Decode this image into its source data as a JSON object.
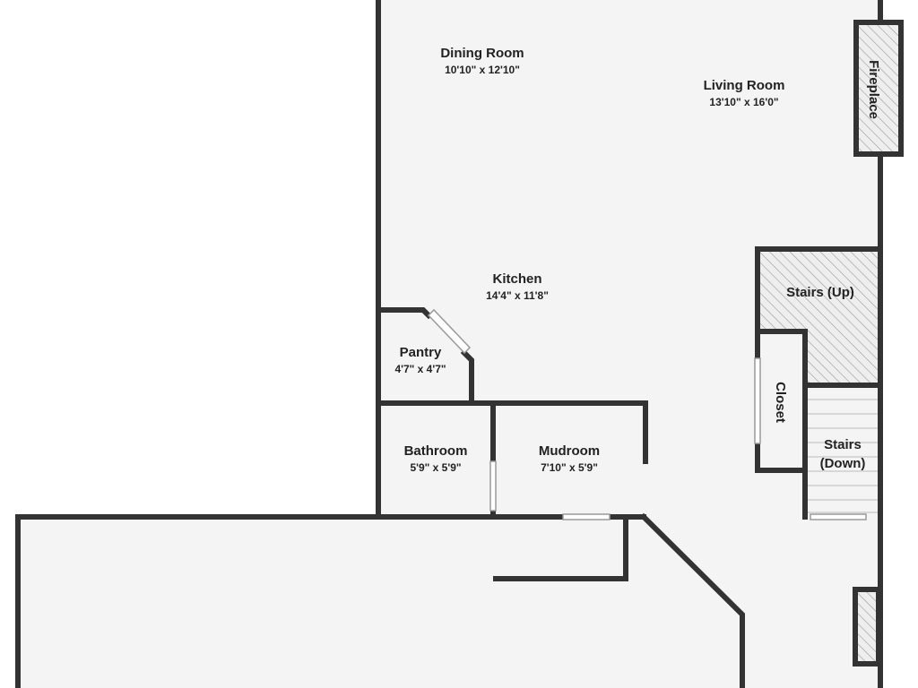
{
  "colors": {
    "background": "#ffffff",
    "floor": "#f4f4f4",
    "wall": "#333333",
    "hatch": "#9a9a9a",
    "stair_tread": "#bbbbbb"
  },
  "rooms": {
    "dining": {
      "name": "Dining Room",
      "dims": "10'10\" x 12'10\""
    },
    "living": {
      "name": "Living Room",
      "dims": "13'10\" x 16'0\""
    },
    "kitchen": {
      "name": "Kitchen",
      "dims": "14'4\" x 11'8\""
    },
    "pantry": {
      "name": "Pantry",
      "dims": "4'7\" x 4'7\""
    },
    "bathroom": {
      "name": "Bathroom",
      "dims": "5'9\" x 5'9\""
    },
    "mudroom": {
      "name": "Mudroom",
      "dims": "7'10\" x 5'9\""
    }
  },
  "features": {
    "fireplace": "Fireplace",
    "stairs_up": "Stairs (Up)",
    "closet": "Closet",
    "stairs_down_line1": "Stairs",
    "stairs_down_line2": "(Down)"
  }
}
